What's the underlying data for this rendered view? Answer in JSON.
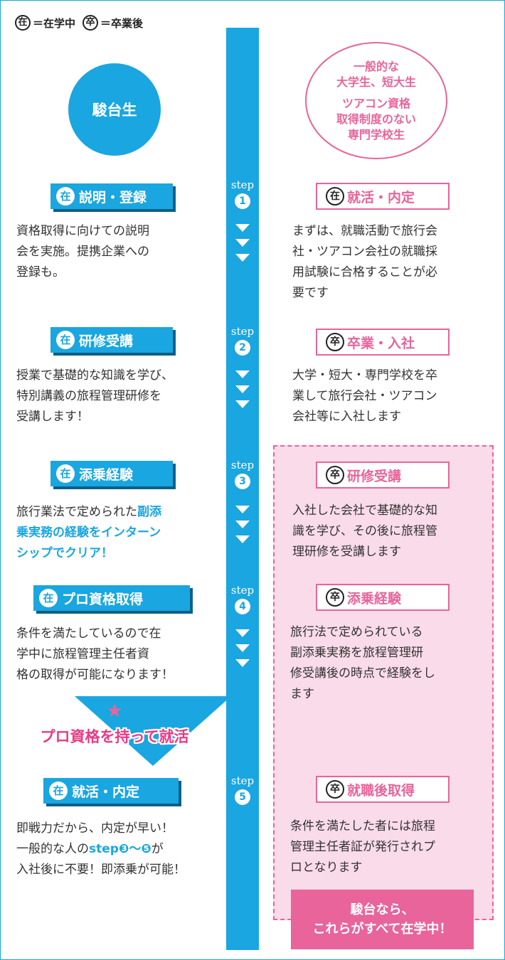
{
  "legend": {
    "zai": "在",
    "zai_label": "＝在学中",
    "sotsu": "卒",
    "sotsu_label": "＝卒業後"
  },
  "left_header": "駿台生",
  "right_header": {
    "line1": "一般的な",
    "line2": "大学生、短大生",
    "line3": "ツアコン資格",
    "line4": "取得制度のない",
    "line5": "専門学校生"
  },
  "steps": [
    {
      "word": "step",
      "num": "1"
    },
    {
      "word": "step",
      "num": "2"
    },
    {
      "word": "step",
      "num": "3"
    },
    {
      "word": "step",
      "num": "4"
    },
    {
      "word": "step",
      "num": "5"
    }
  ],
  "left": [
    {
      "icon": "在",
      "label": "説明・登録",
      "lines": [
        "資格取得に向けての説明",
        "会を実施。提携企業への",
        "登録も。"
      ]
    },
    {
      "icon": "在",
      "label": "研修受講",
      "lines": [
        "授業で基礎的な知識を学び、",
        "特別講義の旅程管理研修を",
        "受講します！"
      ]
    },
    {
      "icon": "在",
      "label": "添乗経験",
      "line1_plain": "旅行業法で定められた",
      "line1_hl": "副添",
      "line2_hl": "乗実務の経験をインターン",
      "line3_hl": "シップでクリア！"
    },
    {
      "icon": "在",
      "label": "プロ資格取得",
      "lines": [
        "条件を満たしているので在",
        "学中に旅程管理主任者資",
        "格の取得が可能になります！"
      ]
    },
    {
      "icon": "在",
      "label": "就活・内定",
      "line1": "即戦力だから、内定が早い！",
      "line2_pre": "一般的な人の",
      "line2_step": "step❸〜❺",
      "line2_post": "が",
      "line3": "入社後に不要！即添乗が可能！"
    }
  ],
  "callout": {
    "star": "★",
    "text": "プロ資格を持って就活"
  },
  "right": [
    {
      "icon": "在",
      "label": "就活・内定",
      "lines": [
        "まずは、就職活動で旅行会",
        "社・ツアコン会社の就職採",
        "用試験に合格することが必",
        "要です"
      ]
    },
    {
      "icon": "卒",
      "label": "卒業・入社",
      "lines": [
        "大学・短大・専門学校を卒",
        "業して旅行会社・ツアコン",
        "会社等に入社します"
      ]
    },
    {
      "icon": "卒",
      "label": "研修受講",
      "lines": [
        "入社した会社で基礎的な知",
        "識を学び、その後に旅程管",
        "理研修を受講します"
      ]
    },
    {
      "icon": "卒",
      "label": "添乗経験",
      "lines": [
        "旅行法で定められている",
        "副添乗実務を旅程管理研",
        "修受講後の時点で経験をし",
        "ます"
      ]
    },
    {
      "icon": "卒",
      "label": "就職後取得",
      "lines": [
        "条件を満たした者には旅程",
        "管理主任者証が発行されプ",
        "ロとなります"
      ]
    }
  ],
  "cta": {
    "line1": "駿台なら、",
    "line2": "これらがすべて在学中！"
  },
  "colors": {
    "blue": "#1aa6e0",
    "pink": "#e8649b",
    "pink_bg": "#fadbe9"
  }
}
